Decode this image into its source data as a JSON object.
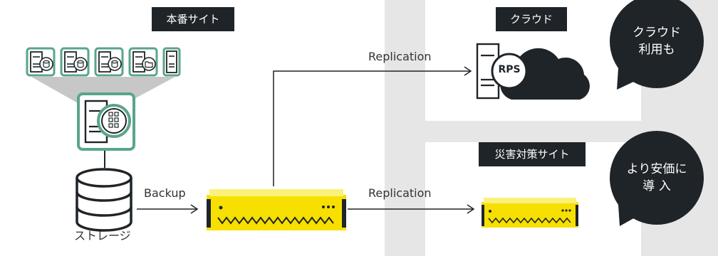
{
  "colors": {
    "dark": "#1f2429",
    "accent": "#f7e000",
    "teal": "#5aa58a",
    "bg": "#e6e6e6"
  },
  "sites": {
    "main": "本番サイト",
    "cloud": "クラウド",
    "dr": "災害対策サイト"
  },
  "labels": {
    "replication_top": "Replication",
    "replication_bottom": "Replication",
    "backup": "Backup",
    "storage": "ストレージ",
    "rps": "RPS"
  },
  "bubbles": {
    "cloud_line1": "クラウド",
    "cloud_line2": "利用も",
    "dr_line1": "より安価に",
    "dr_line2": "導 入"
  },
  "icons": [
    "server-db-icon",
    "server-db-icon",
    "server-db-icon",
    "server-folder-icon",
    "server-plain-icon",
    "central-server-icon",
    "database-icon",
    "rps-server-icon",
    "cloud-icon",
    "backup-appliance-icon"
  ]
}
